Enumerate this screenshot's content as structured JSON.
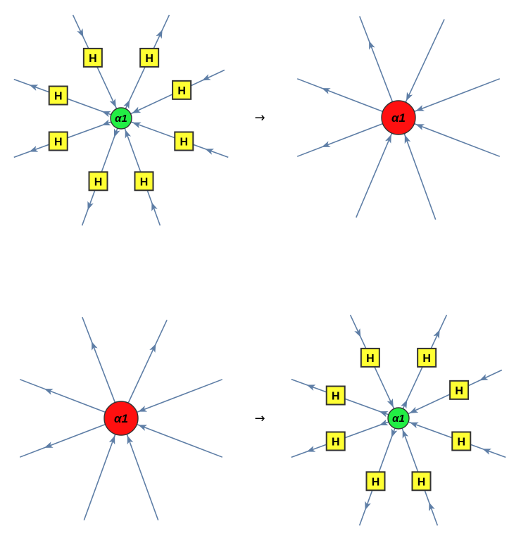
{
  "colors": {
    "edge": "#5e7ea6",
    "center_light": "#22ee44",
    "center_heavy": "#ff1010",
    "h_fill": "#ffff33",
    "h_stroke": "#333333"
  },
  "rules": [
    {
      "id": "rule-1",
      "arrow": "→",
      "lhs": {
        "center": {
          "label": "α1",
          "kind": "light"
        },
        "edges": [
          {
            "angle": -115,
            "h": "H",
            "dir": "in"
          },
          {
            "angle": -65,
            "h": "H",
            "dir": "out"
          },
          {
            "angle": -25,
            "h": "H",
            "dir": "in"
          },
          {
            "angle": 20,
            "h": "H",
            "dir": "in"
          },
          {
            "angle": 70,
            "h": "H",
            "dir": "in"
          },
          {
            "angle": 110,
            "h": "H",
            "dir": "out"
          },
          {
            "angle": 160,
            "h": "H",
            "dir": "out"
          },
          {
            "angle": 200,
            "h": "H",
            "dir": "out"
          }
        ]
      },
      "rhs": {
        "center": {
          "label": "α1",
          "kind": "heavy"
        },
        "edges": [
          {
            "angle": -111,
            "dir": "out"
          },
          {
            "angle": -65,
            "dir": "in"
          },
          {
            "angle": -21,
            "dir": "in"
          },
          {
            "angle": 21,
            "dir": "in"
          },
          {
            "angle": 70,
            "dir": "in"
          },
          {
            "angle": 113,
            "dir": "in"
          },
          {
            "angle": 159,
            "dir": "out"
          },
          {
            "angle": 201,
            "dir": "out"
          }
        ]
      }
    },
    {
      "id": "rule-2",
      "arrow": "→",
      "lhs": {
        "center": {
          "label": "α1",
          "kind": "heavy"
        },
        "edges": [
          {
            "angle": -111,
            "dir": "out"
          },
          {
            "angle": -65,
            "dir": "out"
          },
          {
            "angle": -21,
            "dir": "in"
          },
          {
            "angle": 21,
            "dir": "in"
          },
          {
            "angle": 70,
            "dir": "in"
          },
          {
            "angle": 110,
            "dir": "in"
          },
          {
            "angle": 159,
            "dir": "out"
          },
          {
            "angle": 201,
            "dir": "out"
          }
        ]
      },
      "rhs": {
        "center": {
          "label": "α1",
          "kind": "light"
        },
        "edges": [
          {
            "angle": -115,
            "h": "H",
            "dir": "in"
          },
          {
            "angle": -65,
            "h": "H",
            "dir": "out"
          },
          {
            "angle": -25,
            "h": "H",
            "dir": "in"
          },
          {
            "angle": 20,
            "h": "H",
            "dir": "in"
          },
          {
            "angle": 70,
            "h": "H",
            "dir": "in"
          },
          {
            "angle": 110,
            "h": "H",
            "dir": "out"
          },
          {
            "angle": 160,
            "h": "H",
            "dir": "out"
          },
          {
            "angle": 200,
            "h": "H",
            "dir": "out"
          }
        ]
      }
    }
  ]
}
